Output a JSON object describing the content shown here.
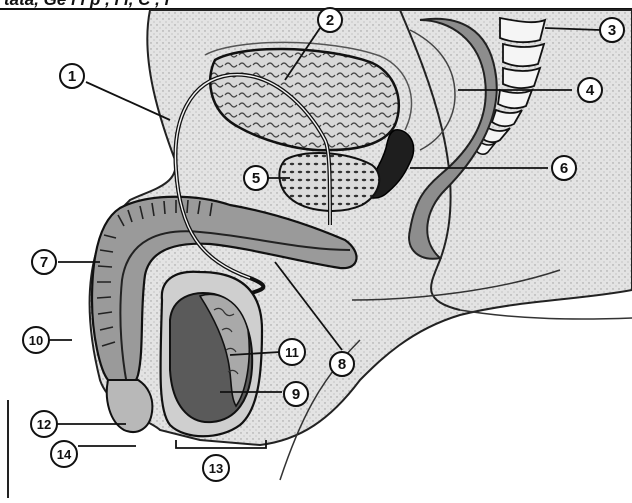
{
  "diagram": {
    "caption": "tata, Ge  i   l  p  ,  l     l,  C         ,  l       ",
    "labels": [
      "1",
      "2",
      "3",
      "4",
      "5",
      "6",
      "7",
      "8",
      "9",
      "10",
      "11",
      "12",
      "13",
      "14"
    ]
  },
  "colors": {
    "ink": "#111111",
    "body_fill": "#e6e6e6",
    "skin_fill": "#f2f2f2",
    "dark_tissue": "#555555",
    "mid_tissue": "#8a8a8a",
    "light_tissue": "#c8c8c8"
  }
}
